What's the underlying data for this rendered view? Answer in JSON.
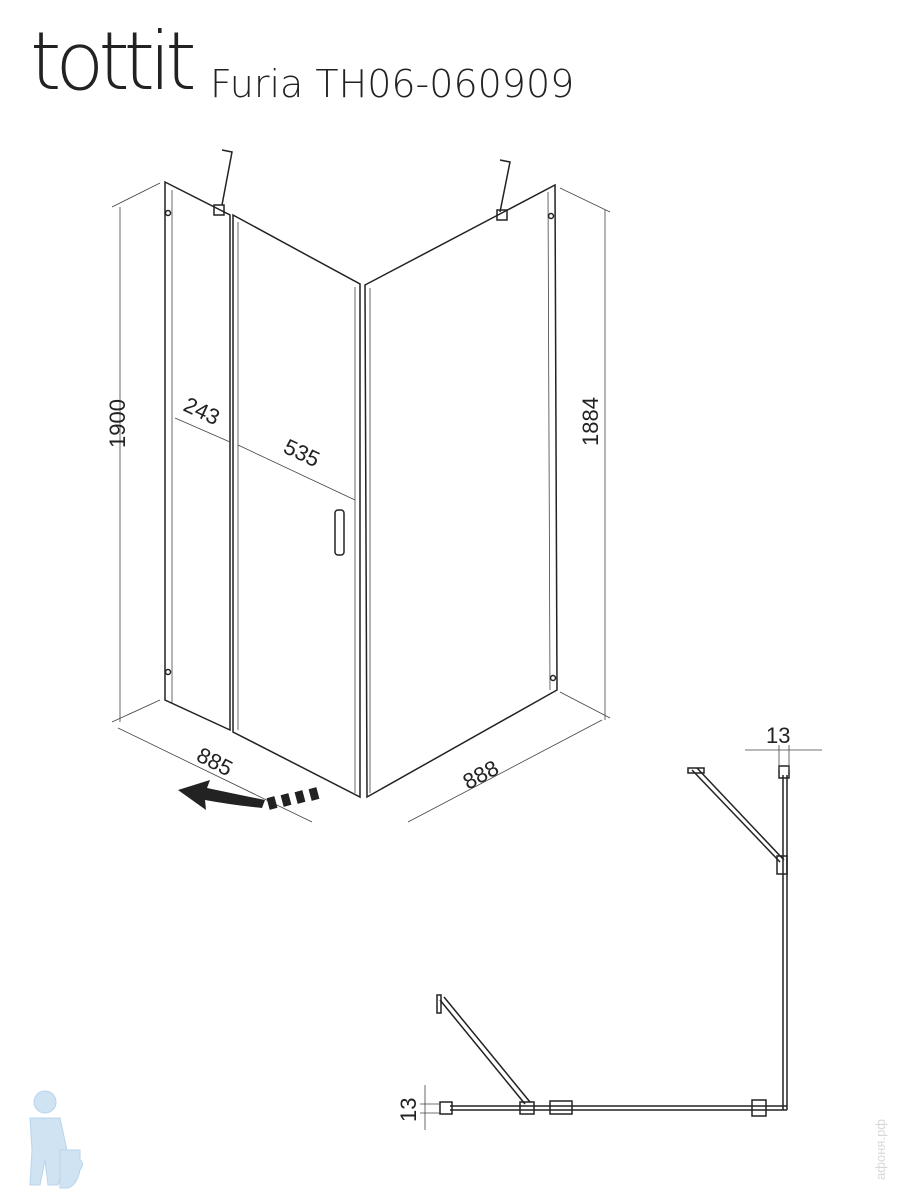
{
  "brand": "tottit",
  "model": "Furia TH06-060909",
  "dimensions": {
    "height_left": "1900",
    "height_right": "1884",
    "fixed_panel_width": "243",
    "door_width": "535",
    "front_width": "885",
    "side_width": "888",
    "profile_top": "13",
    "profile_left": "13"
  },
  "watermark": "афоня.рф"
}
